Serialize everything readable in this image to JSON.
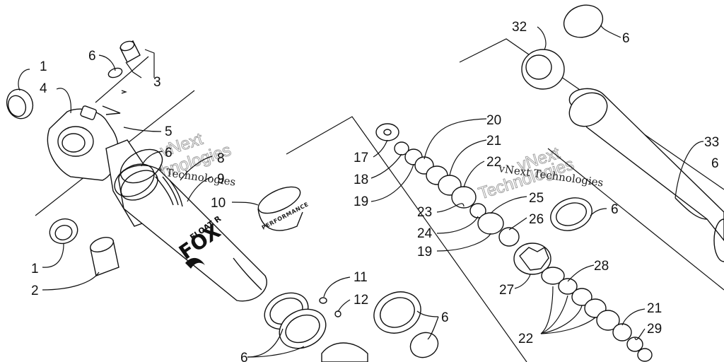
{
  "watermarks": [
    "vNext Technologies",
    "vNext Technologies"
  ],
  "watermarks_outline": [
    "vNext",
    "Technologies",
    "vNext",
    "Technologies"
  ],
  "brand": {
    "line1": "FLOAT R",
    "line2": "FOX",
    "ring_text": "PERFORMANCE"
  },
  "callouts": {
    "c1a": "1",
    "c4": "4",
    "c6a": "6",
    "c3": "3",
    "c5": "5",
    "c6b": "6",
    "c8": "8",
    "c9": "9",
    "c10": "10",
    "c1b": "1",
    "c2": "2",
    "c11": "11",
    "c12": "12",
    "c6c": "6",
    "c6d": "6",
    "c32": "32",
    "c6e": "6",
    "c20": "20",
    "c17": "17",
    "c21a": "21",
    "c18": "18",
    "c22a": "22",
    "c19a": "19",
    "c23": "23",
    "c25": "25",
    "c24": "24",
    "c26": "26",
    "c19b": "19",
    "c6f": "6",
    "c28": "28",
    "c27": "27",
    "c33": "33",
    "c6g": "6",
    "c21b": "21",
    "c22b": "22",
    "c29": "29"
  }
}
